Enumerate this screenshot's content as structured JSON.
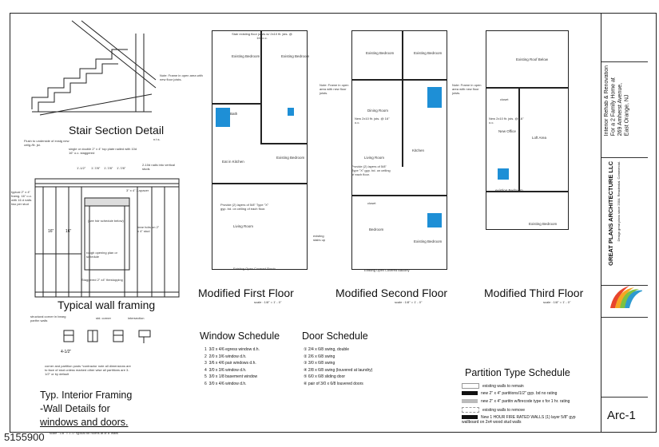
{
  "stair_section": {
    "title": "Stair Section Detail",
    "note": "n.t.s."
  },
  "stair_notes": {
    "flush": "Flush to underside of exstg new ceilg./flr. jst.",
    "plate": "single or double 2\" x 4\" top plate nailed with 10d 16\" o.c. staggered",
    "nails": "2-10d nails into vertical studs"
  },
  "wall_framing": {
    "title": "Typical wall framing",
    "dims": [
      "1'-1/2\"",
      "1'-7/8\"",
      "1'-7/8\"",
      "1'-7/8\""
    ],
    "left_note": "typical 2\" x 4\" framg. 16\" o.c. with 16 d nails two per stud",
    "header_note": "3\" x 4\" 3-spacer",
    "sched_note": "(see hdr schedule below)",
    "rough": "rough opening plan or schedule",
    "bear": "bear hdrs on 2\" x 4\" stud",
    "stagger": "Staggered 2\" x4\" firestopping",
    "dim16a": "16\"",
    "dim16b": "16\""
  },
  "interior_framing": {
    "corner_labels": [
      "structural corner in bearg parthn walls",
      "std. corner",
      "intersection"
    ],
    "dim": "4-1/2\"",
    "notes": "corner and partition posts *contractor note all dimensions are to face of stud unless marked other wise all partitions are 3-1/2\" or by default",
    "title_lines": [
      "Typ. Interior Framing",
      "-Wall Details for",
      "windows and doors."
    ],
    "scale": "scale : 1/8\" = 1'-0\" typical for rooms at or 8' walls"
  },
  "first_floor": {
    "title": "Modified First Floor",
    "scale": "scale : 1/8\" = 1' - 0\"",
    "top_note": "Stair existing floor joists w/ 2x10 flr. jsts. @ 16\" o.c.",
    "frame_note": "Note: Frame in open area with new floor joists.",
    "rooms": [
      "Existing Bedroom",
      "Existing Bedroom",
      "Eat in Kitchen",
      "Existing Bedroom",
      "Living Room",
      "Bath"
    ],
    "provide_note": "Provide (2) layers of 5/8\" Type \"X\" gyp. bd. on ceiling of each floor.",
    "porch": "Existing Open Covered Porch",
    "stairs": "existing stairs up"
  },
  "second_floor": {
    "title": "Modified Second Floor",
    "scale": "scale : 1/8\" = 1' - 0\"",
    "frame_note": "Note: Frame in open area with new floor joists.",
    "rooms": [
      "Existing Bedroom",
      "Existing Bedroom",
      "Dining Room",
      "Living Room",
      "Kitchen",
      "Bedroom",
      "Existing Bedroom"
    ],
    "new_joists": "New 2x10 flr. jsts. @ 16\" o.c.",
    "provide_note": "Provide (2) layers of 5/8\" Type \"X\" gyp. bd. on ceiling of each floor.",
    "balcony": "Existing Open Covered Balcony",
    "closet": "closet"
  },
  "third_floor": {
    "title": "Modified Third Floor",
    "scale": "scale : 1/8\" = 1' - 0\"",
    "frame_note": "Note: Frame in open area with new floor joists.",
    "rooms": [
      "Existing Roof Below",
      "New Office",
      "Loft Area",
      "existing Bedroom",
      "Existing Bedroom"
    ],
    "new_joists": "New 2x10 flr. jsts. @ 16\" o.c.",
    "closet": "closet"
  },
  "window_schedule": {
    "title": "Window Schedule",
    "items": [
      "3/2 x 4/6 egress window d.h.",
      "2/0 x 3/6 window d.h.",
      "3/6 x 4/6 pair windows d.h.",
      "3/0 x 3/6 window d.h.",
      "3/0 x 1/8 basement window",
      "3/0 x 4/6 window d.h."
    ]
  },
  "door_schedule": {
    "title": "Door Schedule",
    "items": [
      "2/4 x 6/8 swing, double",
      "2/6 x 6/8 swing",
      "3/0 x 6/8 swing",
      "2/8 x 6/8 swing (louvered at laundry)",
      "6/0 x 6/8 sliding door",
      "pair of 3/0 x 6/8 louvered doors"
    ]
  },
  "partition_schedule": {
    "title": "Partition Type Schedule",
    "items": [
      "existing walls to remain",
      "new 2\" x 4\" partitions/1/2\" gyp. bd no rating",
      "new 2\" x 4\" partitn w/firecode type x for 1 hr. rating",
      "existing walls to remove",
      "New 1 HOUR FIRE RATED WALLS (1) layer 5/8\" gyp wallboard on 2x4 wood stud walls"
    ]
  },
  "title_block": {
    "project": [
      "Interior Rehab & Renovation",
      "For a 2 Family Home at",
      "269 Amherst Avenue,",
      "East Orange, NJ"
    ],
    "firm": "GREAT PLANS ARCHITECTURE LLC",
    "firm_tag": "Design great plans since 2004. Residential. Commercial.",
    "sheet": "Arc-1",
    "logo_colors": [
      "#e8452c",
      "#f5a623",
      "#7cc242",
      "#2e9ad0"
    ]
  },
  "watermark_id": "5155900",
  "ref_number": "1"
}
